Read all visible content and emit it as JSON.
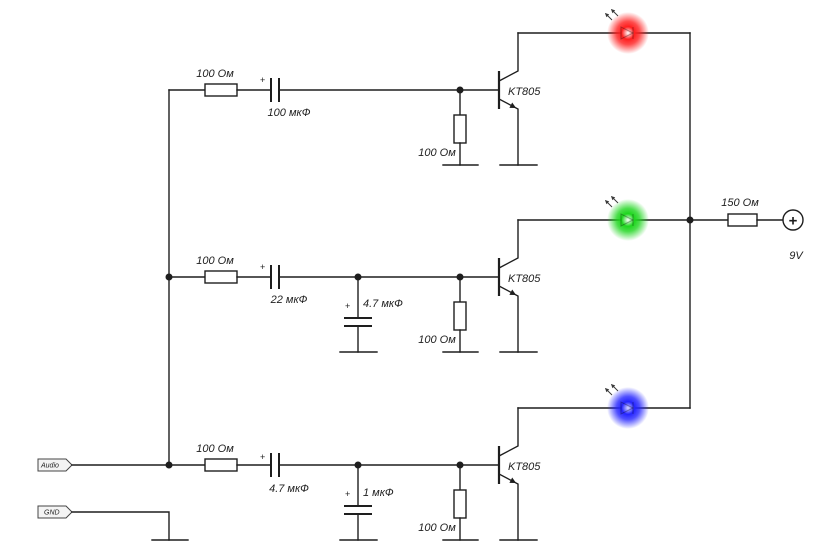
{
  "inputs": {
    "audio": "Audio",
    "gnd": "GND"
  },
  "polarity_mark": "+",
  "channels": [
    {
      "led": "red-led-icon",
      "led_color": "#ff1f1f",
      "series_resistor": "100 Ом",
      "coupling_capacitor": "100 мкФ",
      "base_resistor": "100 Ом",
      "transistor": "KT805"
    },
    {
      "led": "green-led-icon",
      "led_color": "#1ed61e",
      "series_resistor": "100 Ом",
      "coupling_capacitor": "22 мкФ",
      "filter_capacitor": "4.7 мкФ",
      "base_resistor": "100 Ом",
      "transistor": "KT805"
    },
    {
      "led": "blue-led-icon",
      "led_color": "#2424ff",
      "series_resistor": "100 Ом",
      "coupling_capacitor": "4.7 мкФ",
      "filter_capacitor": "1 мкФ",
      "base_resistor": "100 Ом",
      "transistor": "KT805"
    }
  ],
  "supply": {
    "resistor": "150 Ом",
    "terminal": "+",
    "voltage": "9V"
  }
}
